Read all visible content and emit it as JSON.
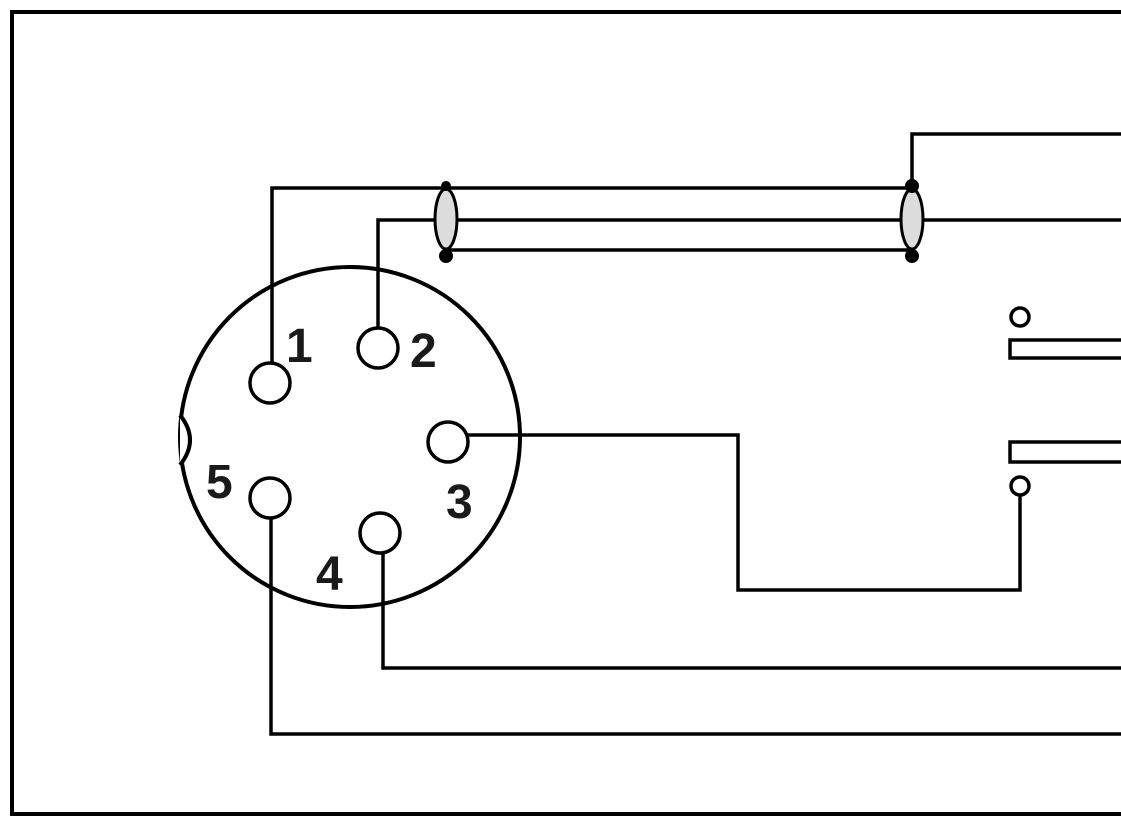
{
  "diagram": {
    "type": "wiring-schematic",
    "connector": {
      "shape": "circular-5-pin",
      "pins": [
        {
          "id": 1,
          "label": "1"
        },
        {
          "id": 2,
          "label": "2"
        },
        {
          "id": 3,
          "label": "3"
        },
        {
          "id": 4,
          "label": "4"
        },
        {
          "id": 5,
          "label": "5"
        }
      ]
    },
    "colors": {
      "line": "#000000",
      "background": "#ffffff",
      "clamp_fill": "#dcdcdc"
    }
  }
}
